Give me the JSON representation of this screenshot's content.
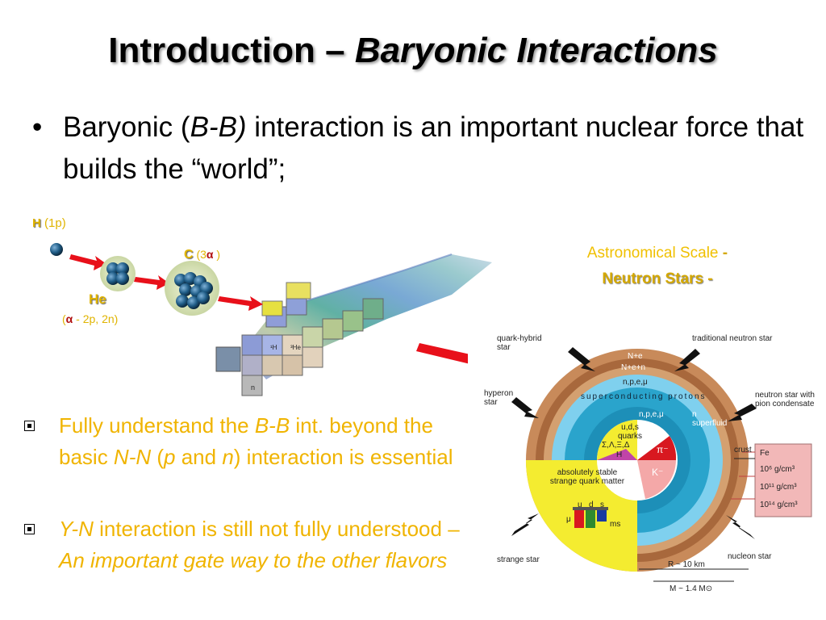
{
  "title": {
    "main": "Introduction – ",
    "emph": "Baryonic Interactions"
  },
  "bullet1": {
    "dot": "•",
    "p1": "Baryonic (",
    "p2": "B-B)",
    "p3": " interaction is an important nuclear force that builds the “world”;"
  },
  "chart_labels": {
    "h": "H",
    "h_sub": "(1p)",
    "he": "He",
    "he_sub_alpha": "α",
    "he_sub": " - 2p, 2n)",
    "he_open": "(",
    "c": "C",
    "c_sub_open": "(3",
    "c_sub_alpha": "α",
    "c_sub_close": " )"
  },
  "astro": {
    "line1": "Astronomical Scale ",
    "dash1": "-",
    "line2": "Neutron Stars -"
  },
  "sub_bullets": [
    {
      "a": "Fully understand the ",
      "b": "B-B",
      "c": "  int. beyond the basic ",
      "d": "N-N",
      "e": " (",
      "f": "p",
      "g": " and ",
      "h": "n",
      "i": ") interaction is essential"
    },
    {
      "a": "Y-N",
      "b": " interaction is still not fully understood – ",
      "c": "An important gate way to the other flavors"
    }
  ],
  "neutron_star": {
    "quark_hybrid": "quark-hybrid star",
    "traditional": "traditional neutron star",
    "hyperon": "hyperon star",
    "pion": "neutron star with pion condensate",
    "strange": "strange star",
    "nucleon": "nucleon star",
    "layer_ne": "N+e",
    "layer_nen": "N+e+n",
    "layer_npe": "n,p,e,μ",
    "superconducting": "superconducting protons",
    "superfluid": "n superfluid",
    "npe_mu": "n,p,e,μ",
    "quarks": "u,d,s quarks",
    "sigma": "Σ,Λ,Ξ,Δ",
    "h": "H",
    "pi": "π⁻",
    "k": "K⁻",
    "crust": "crust",
    "stable": "absolutely stable strange quark matter",
    "u": "u",
    "d": "d",
    "s": "s",
    "mu": "μ",
    "ms": "ms",
    "fe": "Fe",
    "dens1": "10⁶ g/cm³",
    "dens2": "10¹¹ g/cm³",
    "dens3": "10¹⁴ g/cm³",
    "radius": "R ~ 10 km",
    "mass": "M ~ 1.4 M⊙"
  },
  "colors": {
    "accent": "#f0b400",
    "arrow": "#e8101a"
  }
}
